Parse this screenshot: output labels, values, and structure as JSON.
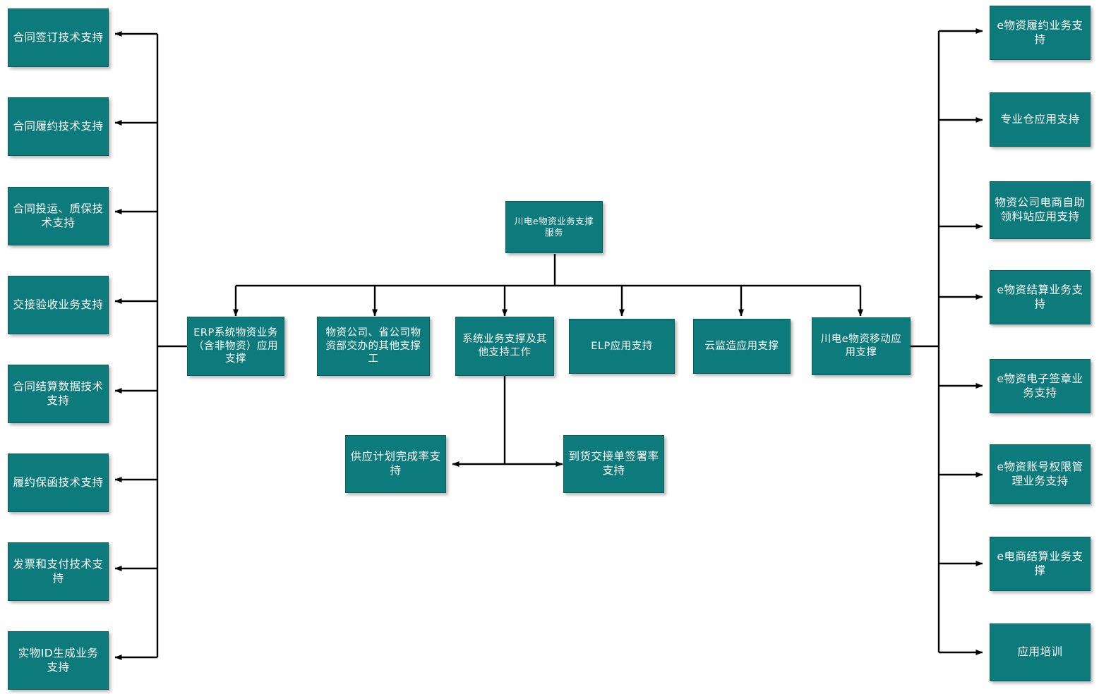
{
  "diagram": {
    "title": "川电e物资业务支撑服务",
    "type": "org-chart",
    "theme": {
      "node_fill": "#0d7b7b",
      "node_border": "#0a5f5f",
      "node_text": "#ffffff",
      "edge_color": "#000000",
      "background": "#ffffff"
    }
  },
  "root": {
    "label": "川电e物资业务支撑服务"
  },
  "level2": [
    {
      "label": "ERP系统物资业务（含非物资）应用支撑"
    },
    {
      "label": "物资公司、省公司物资部交办的其他支撑工"
    },
    {
      "label": "系统业务支撑及其 他支持工作"
    },
    {
      "label": "ELP应用支持"
    },
    {
      "label": "云监造应用支撑"
    },
    {
      "label": "川电e物资移动应用支撑"
    }
  ],
  "sub_nodes": [
    {
      "label": "供应计划完成率支持"
    },
    {
      "label": "到货交接单签署率支持"
    }
  ],
  "left_branch": [
    {
      "label": "合同签订技术支持"
    },
    {
      "label": "合同履约技术支持"
    },
    {
      "label": "合同投运、质保技术支持"
    },
    {
      "label": "交接验收业务支持"
    },
    {
      "label": "合同结算数据技术支持"
    },
    {
      "label": "履约保函技术支持"
    },
    {
      "label": "发票和支付技术支持"
    },
    {
      "label": "实物ID生成业务支持"
    }
  ],
  "right_branch": [
    {
      "label": "e物资履约业务支持"
    },
    {
      "label": "专业仓应用支持"
    },
    {
      "label": "物资公司电商自助领料站应用支持"
    },
    {
      "label": "e物资结算业务支持"
    },
    {
      "label": "e物资电子签章业务支持"
    },
    {
      "label": "e物资账号权限管理业务支持"
    },
    {
      "label": "e电商结算业务支撑"
    },
    {
      "label": "应用培训"
    }
  ]
}
